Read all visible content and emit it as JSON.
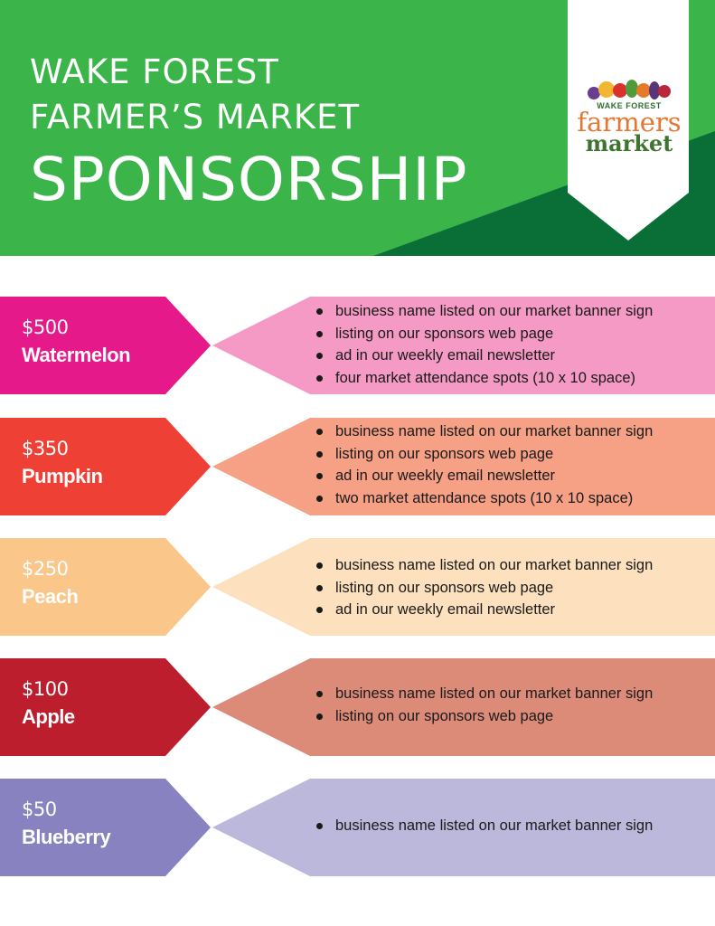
{
  "header": {
    "line1": "WAKE FOREST",
    "line2": "FARMER’S MARKET",
    "line3": "SPONSORSHIP",
    "colors": {
      "green": "#3bb54a",
      "dark_green": "#0a6e37"
    }
  },
  "logo": {
    "small_text": "WAKE FOREST",
    "word1": "farmers",
    "word2": "market",
    "icon": "vegetables-logo"
  },
  "tiers": [
    {
      "amount": "$500",
      "name": "Watermelon",
      "color": "#e6198a",
      "light_color": "#f49ac4",
      "benefits": [
        "business name listed on our market banner sign",
        "listing on our sponsors web page",
        "ad in our weekly email newsletter",
        "four market attendance spots (10 x 10 space)"
      ]
    },
    {
      "amount": "$350",
      "name": "Pumpkin",
      "color": "#ef4036",
      "light_color": "#f6a085",
      "benefits": [
        "business name listed on our market banner sign",
        "listing on our sponsors web page",
        "ad in our weekly email newsletter",
        "two market attendance spots (10 x 10 space)"
      ]
    },
    {
      "amount": "$250",
      "name": "Peach",
      "color": "#fac689",
      "light_color": "#fde0be",
      "benefits": [
        "business name listed on our market banner sign",
        "listing on our sponsors web page",
        "ad in our weekly email newsletter"
      ]
    },
    {
      "amount": "$100",
      "name": "Apple",
      "color": "#bd1e2d",
      "light_color": "#dc8b79",
      "benefits": [
        "business name listed on our market banner sign",
        "listing on our sponsors web page"
      ]
    },
    {
      "amount": "$50",
      "name": "Blueberry",
      "color": "#8883c0",
      "light_color": "#bbb8dc",
      "benefits": [
        "business name listed on our market banner sign"
      ]
    }
  ]
}
